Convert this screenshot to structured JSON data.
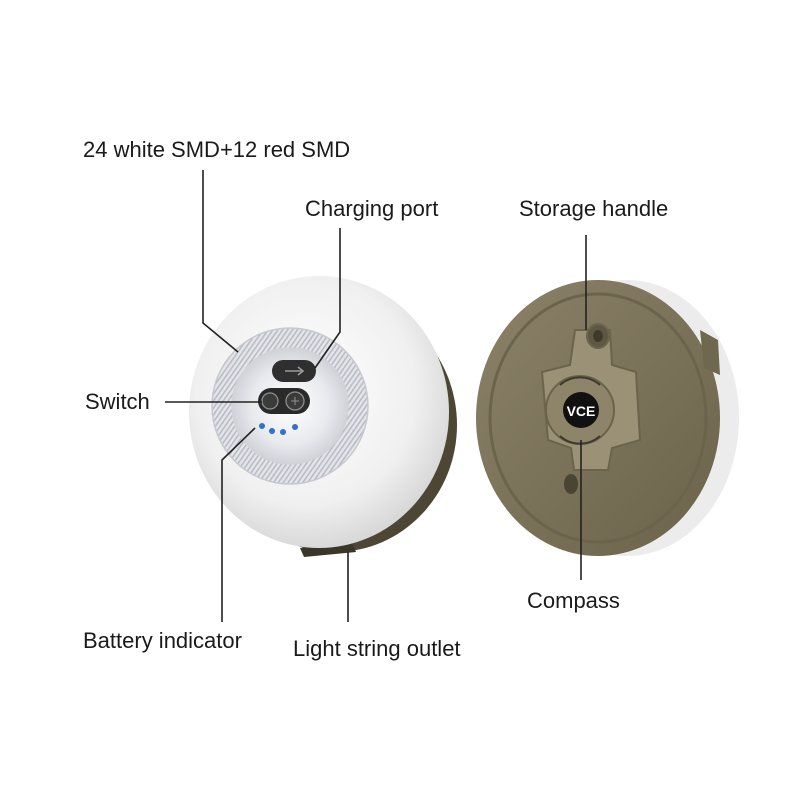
{
  "labels": {
    "leds": "24 white SMD+12 red SMD",
    "charging_port": "Charging port",
    "storage_handle": "Storage handle",
    "switch": "Switch",
    "compass": "Compass",
    "battery_indicator": "Battery indicator",
    "light_string_outlet": "Light string outlet"
  },
  "logo_text": "VCE",
  "colors": {
    "leader_line": "#222222",
    "body_white": "#f2f2f2",
    "rim_olive": "#4d4634",
    "back_olive": "#7a7157",
    "back_olive_light": "#8a8166",
    "panel_dark": "#2f2f2f",
    "indicator_blue": "#2f6fd6",
    "logo_bg": "#111111"
  }
}
